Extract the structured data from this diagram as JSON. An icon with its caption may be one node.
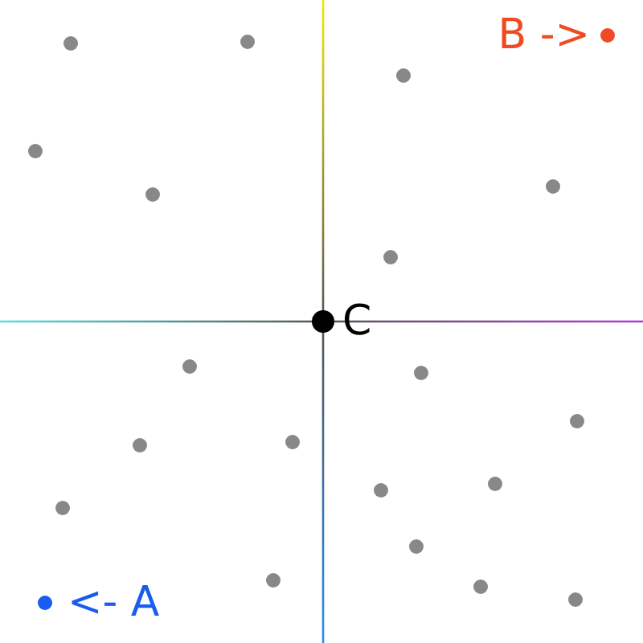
{
  "diagram": {
    "labels": [
      "B ->",
      "C",
      "<- A"
    ]
  }
}
